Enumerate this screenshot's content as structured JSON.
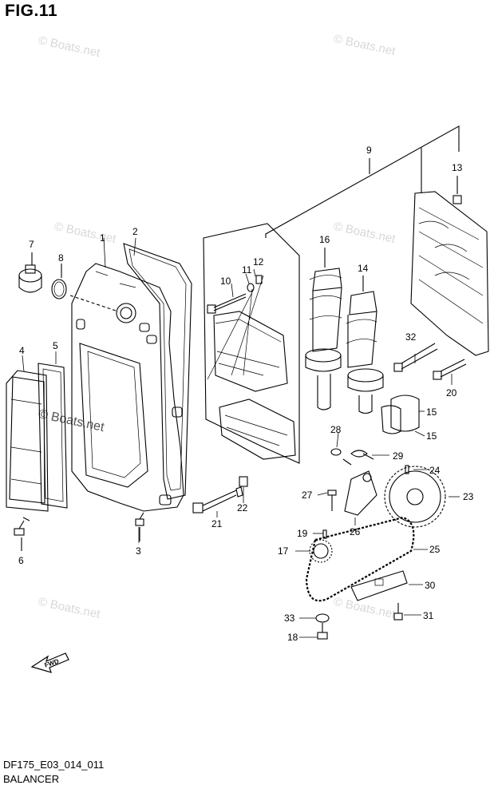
{
  "figure": {
    "title": "FIG.11"
  },
  "watermarks": [
    "© Boats.net",
    "© Boats.net",
    "© Boats.net",
    "© Boats.net",
    "© Boats.net",
    "© Boats.net",
    "© Boats.net"
  ],
  "callouts": {
    "c1": "1",
    "c2": "2",
    "c3": "3",
    "c4": "4",
    "c5": "5",
    "c6": "6",
    "c7": "7",
    "c8": "8",
    "c9": "9",
    "c10": "10",
    "c11": "11",
    "c12": "12",
    "c13": "13",
    "c14": "14",
    "c15a": "15",
    "c15b": "15",
    "c16": "16",
    "c17": "17",
    "c18": "18",
    "c19": "19",
    "c20": "20",
    "c21": "21",
    "c22": "22",
    "c23": "23",
    "c24": "24",
    "c25": "25",
    "c26": "26",
    "c27": "27",
    "c28": "28",
    "c29": "29",
    "c30": "30",
    "c31": "31",
    "c32": "32",
    "c33": "33"
  },
  "fwd_label": "FWD",
  "footer": {
    "code": "DF175_E03_014_011",
    "subtitle": "BALANCER"
  }
}
